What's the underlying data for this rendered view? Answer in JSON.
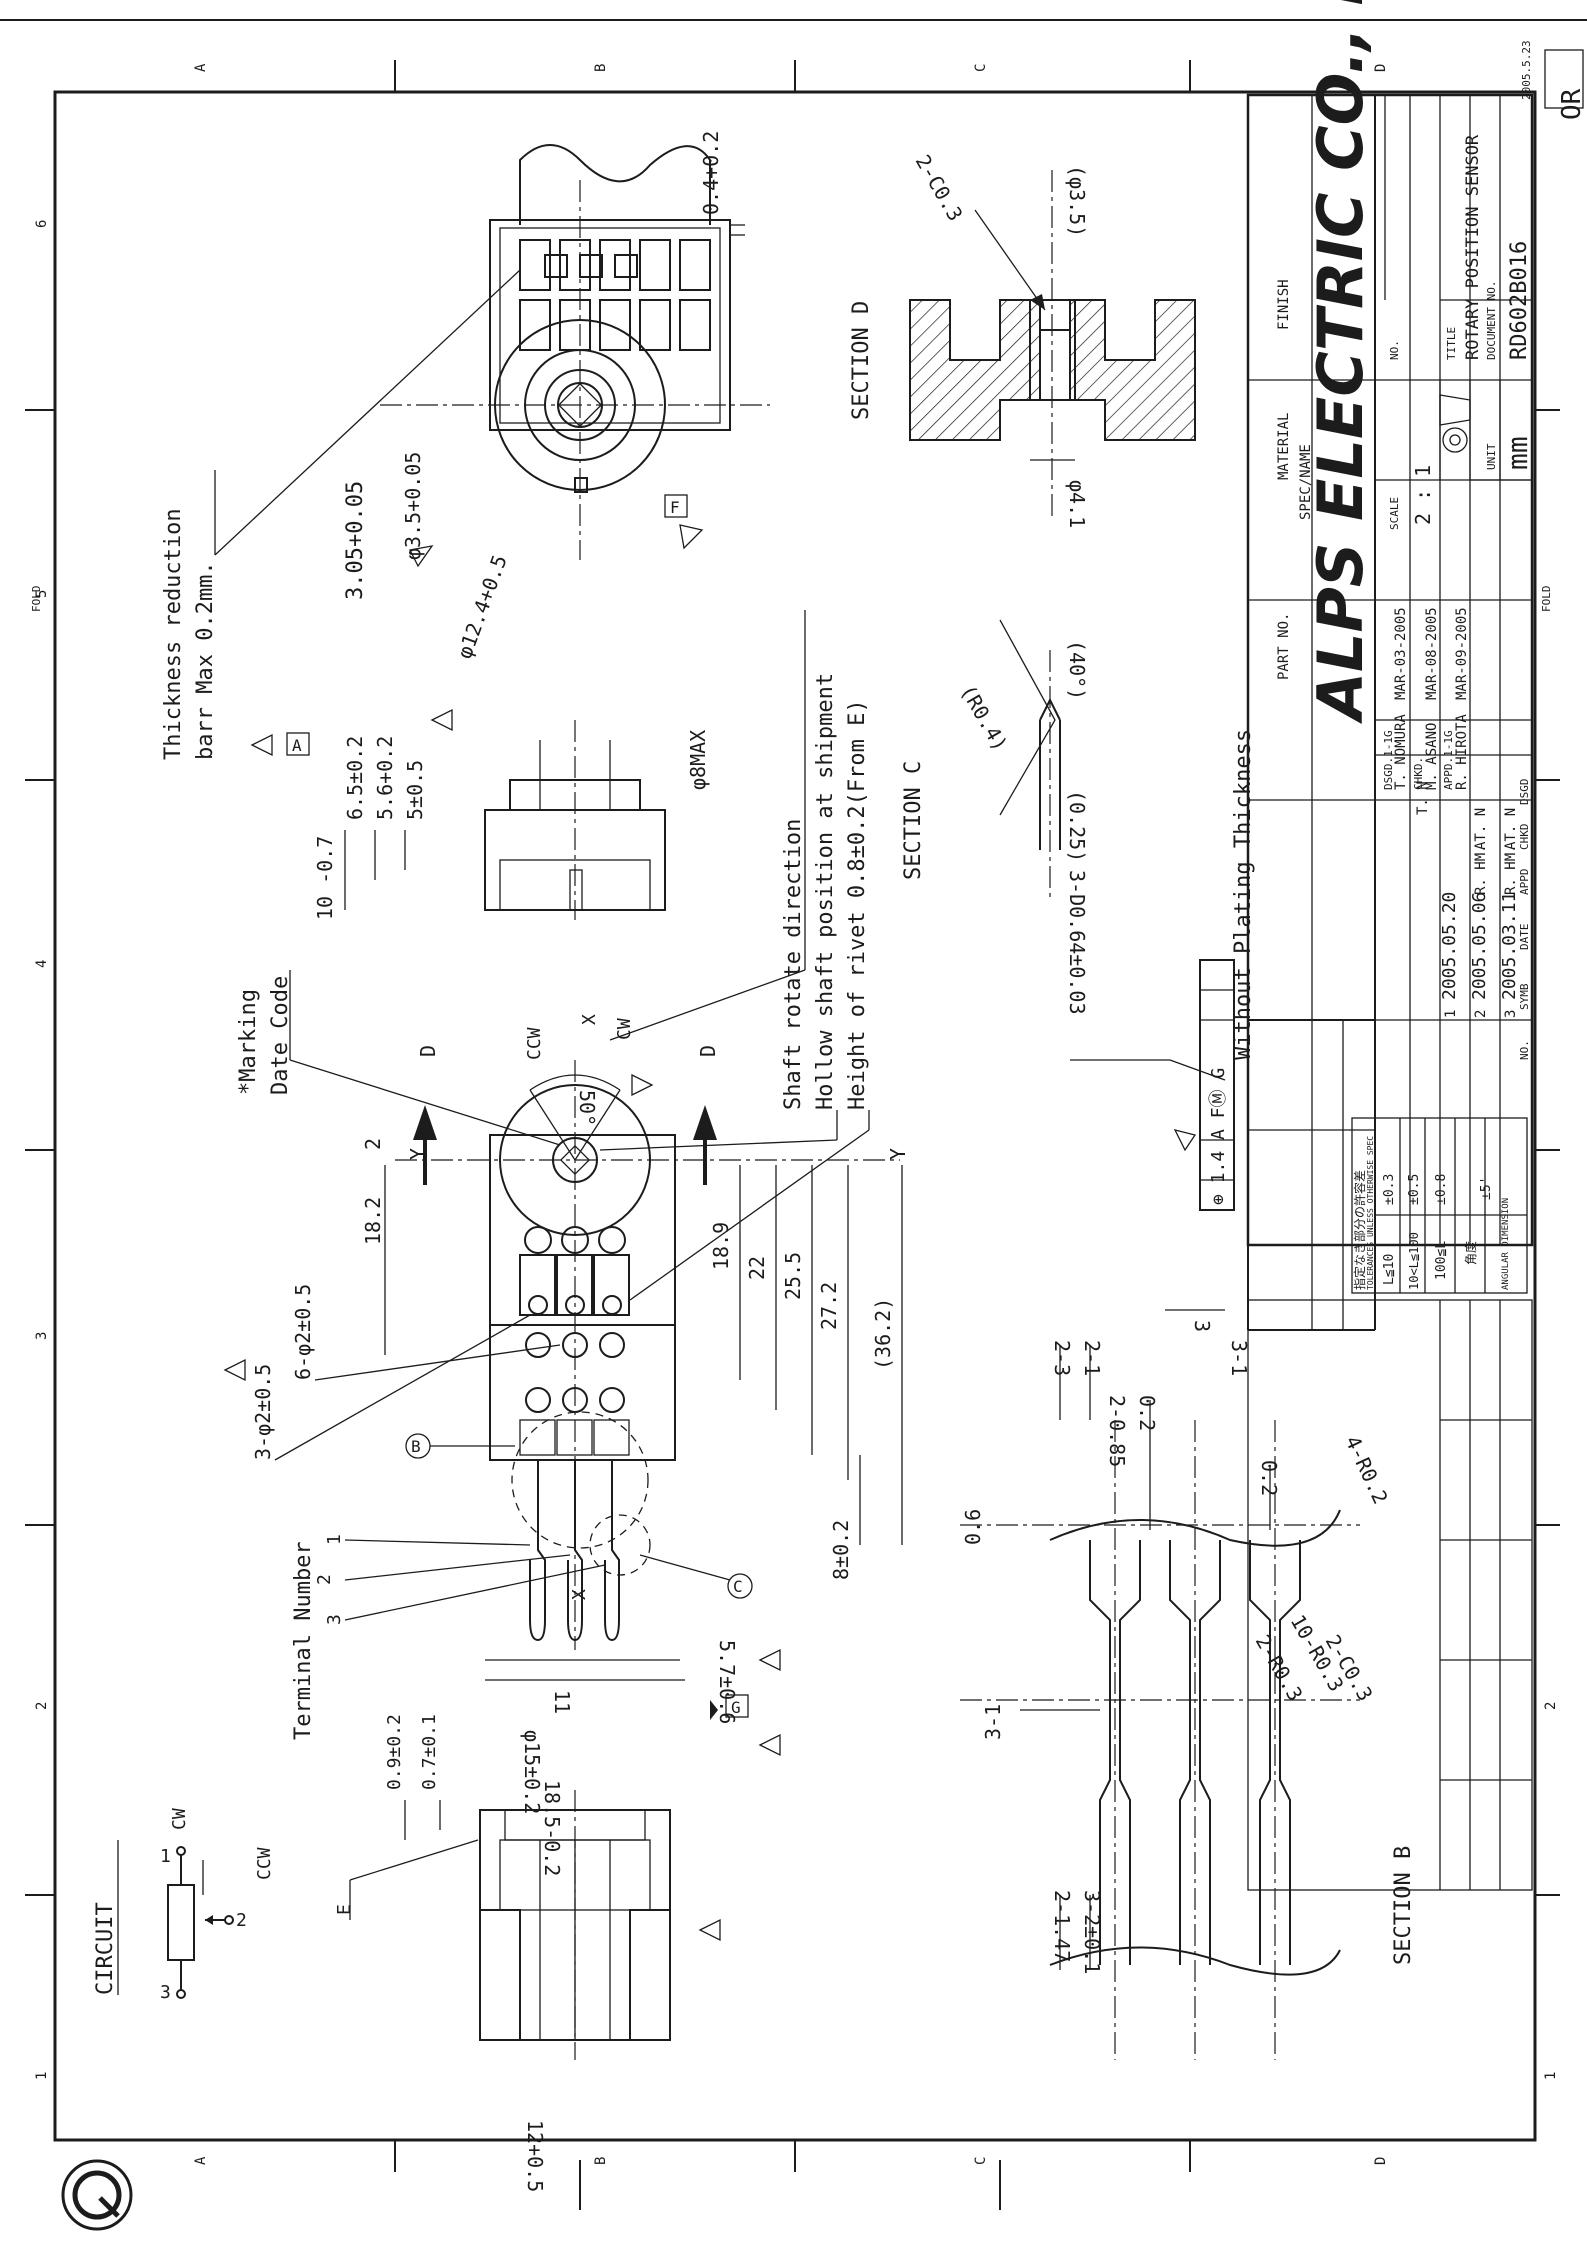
{
  "company": "ALPS ELECTRIC CO., LTD.",
  "title_block": {
    "part_no_label": "PART NO.",
    "material_label": "MATERIAL",
    "spec_label": "SPEC/NAME",
    "finish_label": "FINISH",
    "scale_label": "SCALE",
    "scale": "2 : 1",
    "no_label": "NO.",
    "title_label": "TITLE",
    "title": "ROTARY POSITION SENSOR",
    "doc_label": "DOCUMENT NO.",
    "doc_no": "RD602B016",
    "unit_label": "UNIT",
    "unit": "mm",
    "dsgd_label": "DSGD.1-1G",
    "dsgd": "T. NOMURA",
    "dsgd_date": "MAR-03-2005",
    "chkd_label": "CHKD.",
    "chkd": "M. ASANO",
    "chkd_date": "MAR-08-2005",
    "appd_label": "APPD.1-1G",
    "appd": "R. HIROTA",
    "appd_date": "MAR-09-2005",
    "revisions": [
      {
        "no": "1",
        "date": "2005.05.20",
        "chkd": "T. N"
      },
      {
        "no": "2",
        "date": "2005.05.06",
        "appd": "R. HM.",
        "chkd": "AT. N"
      },
      {
        "no": "3",
        "date": "2005.03.11",
        "appd": "R. HM.",
        "chkd": "AT. N"
      }
    ],
    "rev_headers": [
      "NO.",
      "SYMB",
      "DATE",
      "APPD",
      "CHKD",
      "DSGD"
    ]
  },
  "tolerances": {
    "title_jp": "指定なき部分の許容差",
    "title_en": "TOLERANCES UNLESS OTHERWISE SPEC",
    "rows": [
      {
        "range": "L≦10",
        "tol": "±0.3"
      },
      {
        "range": "10<L≦100",
        "tol": "±0.5"
      },
      {
        "range": "100≦L",
        "tol": "±0.8"
      }
    ],
    "angle_jp": "角度",
    "angle_en": "ANGULAR DIMENSION",
    "angle_tol": "±5'"
  },
  "notes": {
    "circuit": "CIRCUIT",
    "cw": "CW",
    "ccw": "CCW",
    "thickness_reduction_1": "Thickness reduction",
    "thickness_reduction_2": "barr Max 0.2mm.",
    "marking_1": "*Marking",
    "marking_2": "Date Code",
    "shaft_rotate": "Shaft rotate direction",
    "hollow_shaft": "Hollow shaft position at shipment",
    "rivet_height": "Height of rivet 0.8±0.2(From E)",
    "terminal_number": "Terminal Number",
    "without_plating": "Without Plating Thickness",
    "section_b": "SECTION B",
    "section_c": "SECTION C",
    "section_d": "SECTION D",
    "gdt": "⊕ 1.4 A FⓂ G"
  },
  "dims": {
    "d_3_05": "3.05+0.05",
    "d_phi35": "φ3.5+0.05",
    "d_phi124": "φ12.4+0.5",
    "d_04": "0.4+0.2",
    "d_65": "6.5±0.2",
    "d_56": "5.6+0.2",
    "d_55": "5±0.5",
    "d_10": "10 -0.7",
    "d_phi8": "φ8MAX",
    "d_182": "18.2",
    "d_2": "2",
    "d_189": "18.9",
    "d_22": "22",
    "d_255": "25.5",
    "d_272": "27.2",
    "d_362": "(36.2)",
    "d_8": "8±0.2",
    "d_57": "5.7±0.6",
    "d_11": "11",
    "d_185": "18.5-0.2",
    "d_phi15": "φ15±0.2",
    "d_09": "0.9±0.2",
    "d_07": "0.7±0.1",
    "d_12": "12+0.5",
    "d_3phi2": "3-φ2±0.5",
    "d_6phi2": "6-φ2±0.5",
    "d_50": "50°",
    "d_phi41": "φ4.1",
    "d_phi35b": "(φ3.5)",
    "d_2c03": "2-C0.3",
    "d_r04": "(R0.4)",
    "d_40": "(40°)",
    "d_025": "(0.25)",
    "d_3d064": "3-D0.64±0.03",
    "d_2_3": "2-3",
    "d_2_1": "2-1",
    "d_2_085": "2-0.85",
    "d_0_2": "0.2",
    "d_3": "3",
    "d_3_1": "3-1",
    "d_4r02": "4-R0.2",
    "d_06": "0.6",
    "d_2c03b": "2-C0.3",
    "d_10r03": "10-R0.3",
    "d_2r03": "2-R0.3",
    "d_3_1b": "3-1",
    "d_2_147": "2-1.47",
    "d_3_2": "3-2±0.1"
  },
  "labels": {
    "E": "E",
    "G": "G",
    "A": "A",
    "F": "F",
    "B": "B",
    "C": "C",
    "D": "D",
    "X": "X",
    "Y": "Y",
    "1": "1",
    "2": "2",
    "3": "3"
  },
  "border": {
    "top": [
      "A",
      "B",
      "C",
      "D"
    ],
    "left": [
      "6",
      "5",
      "4",
      "3",
      "2",
      "1"
    ],
    "fold": "FOLD",
    "corner_date": "2005.5.23",
    "corner_code": "OR"
  }
}
